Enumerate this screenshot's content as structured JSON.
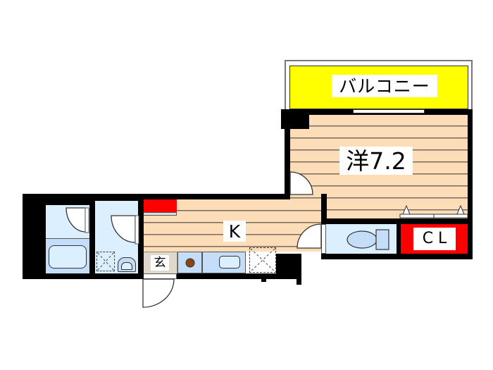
{
  "floor_plan": {
    "rooms": {
      "balcony": {
        "label": "バルコニー",
        "color": "#ffff00"
      },
      "western_room": {
        "label": "洋7.2",
        "type": "洋室",
        "size_jo": "7.2"
      },
      "kitchen": {
        "label": "K"
      },
      "closet": {
        "label": "C L",
        "color": "#ff0000"
      },
      "entrance": {
        "label": "玄"
      },
      "toilet": {
        "label": ""
      },
      "washroom": {
        "label": ""
      },
      "bathroom": {
        "label": ""
      }
    },
    "colors": {
      "wall": "#000000",
      "flooring": "#fddcb8",
      "wet_area": "#dcefff",
      "bath_tub_area": "#c4defa",
      "storage_red": "#ff0000",
      "entrance_tile": "#e0d8cc",
      "balcony": "#ffff00"
    }
  }
}
